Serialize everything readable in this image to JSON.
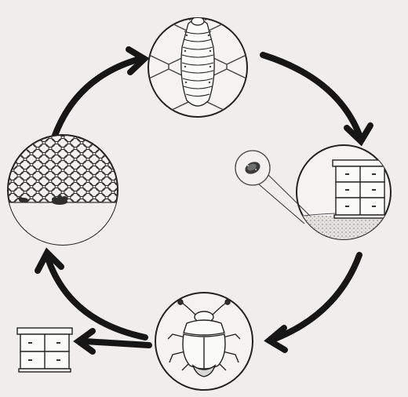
{
  "diagram": {
    "type": "cycle",
    "stages": [
      {
        "id": "larva",
        "icon": "larva-on-comb-icon"
      },
      {
        "id": "pupa-in-soil",
        "icon": "hive-on-soil-icon",
        "inset_icon": "pupa-inset-icon"
      },
      {
        "id": "adult",
        "icon": "adult-beetle-icon"
      },
      {
        "id": "eggs-in-comb",
        "icon": "comb-with-eggs-icon"
      }
    ],
    "exit_icon": "small-hive-icon",
    "colors": {
      "background": "#efeeec",
      "line": "#2b2b2b",
      "arrow": "#161616",
      "soil": "#d9d7d2"
    }
  }
}
